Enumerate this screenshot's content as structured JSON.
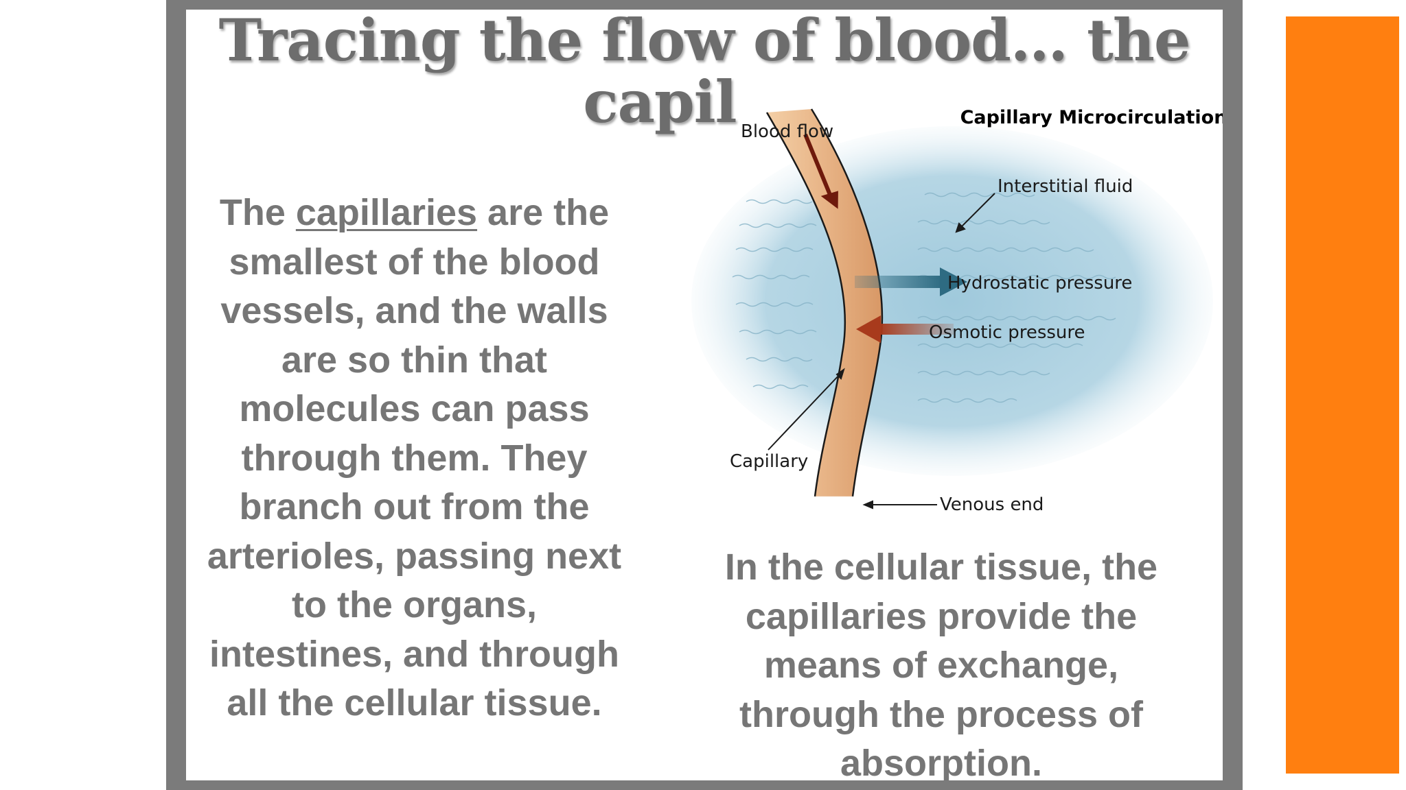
{
  "slide": {
    "title_line1": "Tracing the flow of blood… the",
    "title_line2": "capil",
    "left_text_pre": "The ",
    "left_text_link": "capillaries",
    "left_text_post": " are the smallest of the blood vessels, and the walls are so thin that molecules can pass through them. They branch out from the arterioles, passing next to the organs, intestines, and through all the cellular tissue.",
    "right_text": "In the cellular tissue, the capillaries provide the means of exchange, through the process of absorption."
  },
  "diagram": {
    "title": "Capillary Microcirculation",
    "labels": {
      "blood_flow": "Blood flow",
      "interstitial_fluid": "Interstitial fluid",
      "hydrostatic_pressure": "Hydrostatic pressure",
      "osmotic_pressure": "Osmotic pressure",
      "capillary": "Capillary",
      "venous_end": "Venous end"
    }
  },
  "colors": {
    "frame": "#7b7b7b",
    "accent_bar": "#ff7f10",
    "text_gray": "#767676",
    "fluid_blue": "#9ac6da",
    "capillary_tan": "#e8b58a",
    "hydrostatic_arrow": "#2e6b82",
    "osmotic_arrow": "#a83a1c",
    "blood_flow_arrow": "#6e1a0c"
  }
}
